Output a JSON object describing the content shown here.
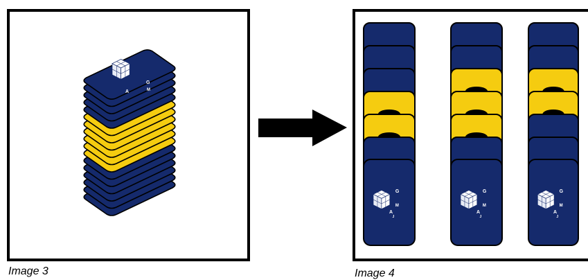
{
  "captions": {
    "left": "Image 3",
    "right": "Image 4"
  },
  "logo_letters": {
    "big_a": "A",
    "big_g": "G",
    "big_m": "M",
    "j": "J"
  },
  "colors": {
    "card_navy": "#152a6c",
    "card_yellow": "#f5cc10",
    "outline": "#000000",
    "background": "#ffffff"
  },
  "stacks": {
    "left_stack": {
      "cards": [
        "navy",
        "navy",
        "navy",
        "navy",
        "navy",
        "yellow",
        "yellow",
        "yellow",
        "yellow",
        "yellow",
        "yellow",
        "navy",
        "navy",
        "navy",
        "navy",
        "navy",
        "navy"
      ]
    },
    "right_columns": [
      {
        "cards": [
          "navy",
          "navy",
          "navy",
          "yellow",
          "yellow",
          "navy",
          "navy"
        ]
      },
      {
        "cards": [
          "navy",
          "navy",
          "yellow",
          "yellow",
          "yellow",
          "navy",
          "navy"
        ]
      },
      {
        "cards": [
          "navy",
          "navy",
          "yellow",
          "yellow",
          "navy",
          "navy",
          "navy"
        ]
      }
    ]
  }
}
